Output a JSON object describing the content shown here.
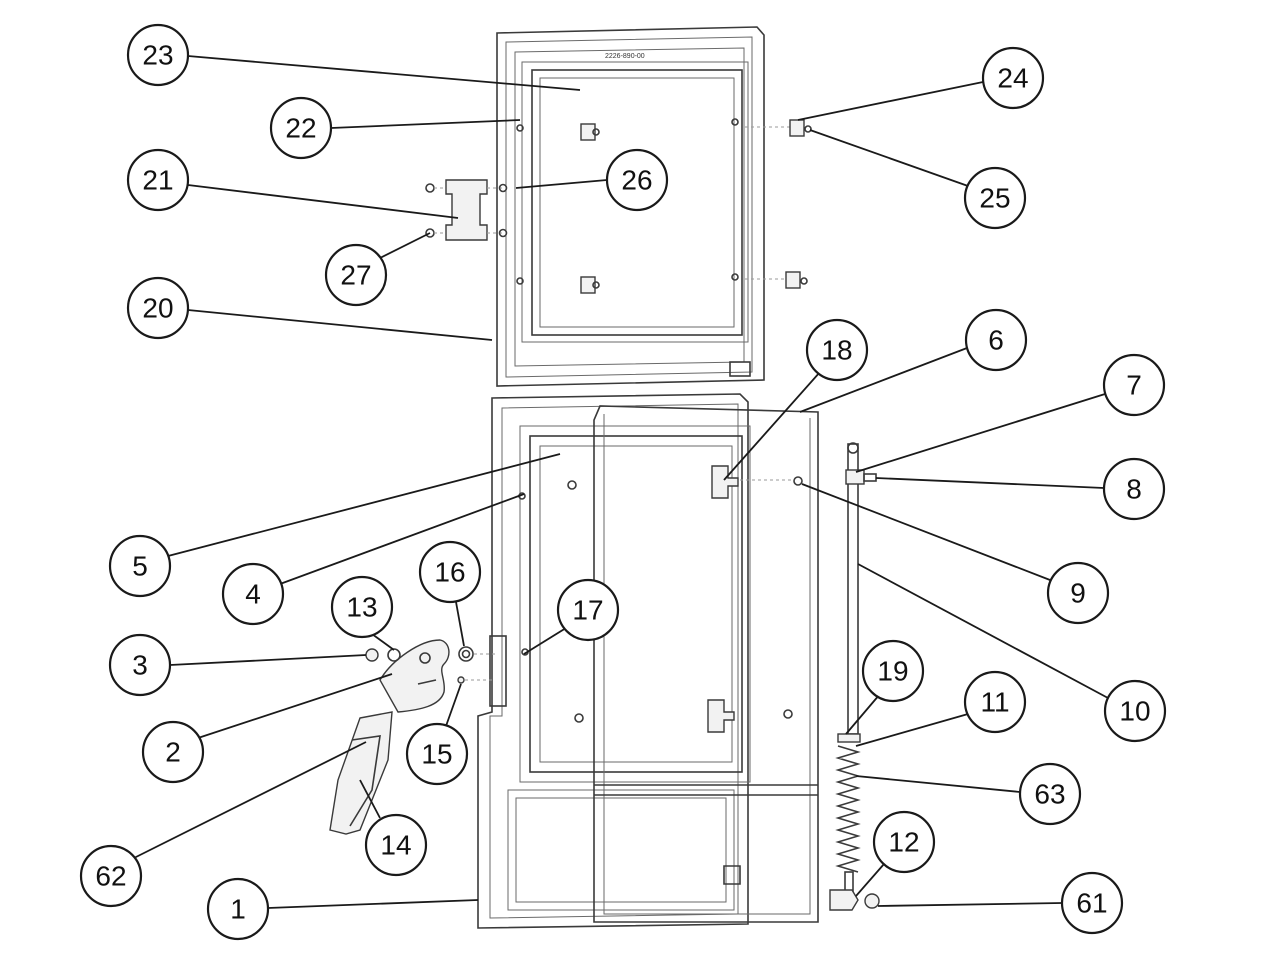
{
  "diagram": {
    "upper_door_stamp": "2226-890-00",
    "colors": {
      "line": "#3a3a3a",
      "callout": "#1a1a1a",
      "background": "#ffffff"
    },
    "callouts": [
      {
        "label": "23"
      },
      {
        "label": "22"
      },
      {
        "label": "21"
      },
      {
        "label": "27"
      },
      {
        "label": "26"
      },
      {
        "label": "24"
      },
      {
        "label": "25"
      },
      {
        "label": "20"
      },
      {
        "label": "18"
      },
      {
        "label": "6"
      },
      {
        "label": "7"
      },
      {
        "label": "8"
      },
      {
        "label": "9"
      },
      {
        "label": "5"
      },
      {
        "label": "4"
      },
      {
        "label": "13"
      },
      {
        "label": "16"
      },
      {
        "label": "17"
      },
      {
        "label": "3"
      },
      {
        "label": "2"
      },
      {
        "label": "15"
      },
      {
        "label": "10"
      },
      {
        "label": "19"
      },
      {
        "label": "11"
      },
      {
        "label": "63"
      },
      {
        "label": "14"
      },
      {
        "label": "62"
      },
      {
        "label": "12"
      },
      {
        "label": "61"
      },
      {
        "label": "1"
      }
    ]
  }
}
